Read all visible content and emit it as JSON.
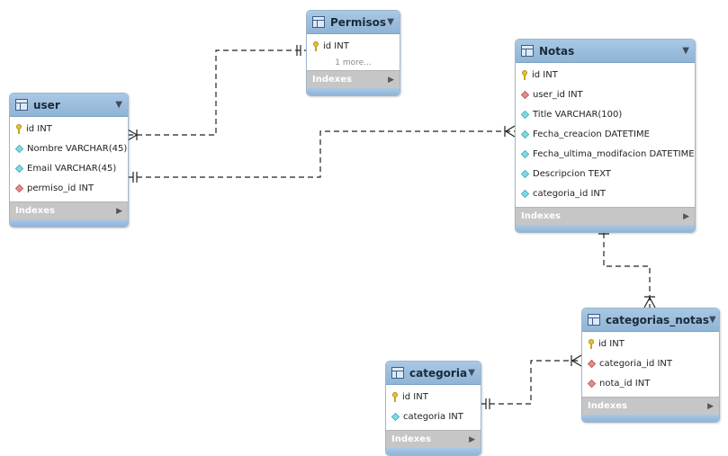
{
  "tables": {
    "user": {
      "name": "user",
      "columns": [
        {
          "label": "id INT",
          "icon": "primary-key-icon"
        },
        {
          "label": "Nombre VARCHAR(45)",
          "icon": "column-diamond-icon"
        },
        {
          "label": "Email VARCHAR(45)",
          "icon": "column-diamond-icon"
        },
        {
          "label": "permiso_id INT",
          "icon": "foreign-key-diamond-icon"
        }
      ],
      "indexes_label": "Indexes"
    },
    "permisos": {
      "name": "Permisos",
      "columns": [
        {
          "label": "id INT",
          "icon": "primary-key-icon"
        }
      ],
      "more": "1 more...",
      "indexes_label": "Indexes"
    },
    "notas": {
      "name": "Notas",
      "columns": [
        {
          "label": "id INT",
          "icon": "primary-key-icon"
        },
        {
          "label": "user_id INT",
          "icon": "foreign-key-diamond-icon"
        },
        {
          "label": "Title VARCHAR(100)",
          "icon": "column-diamond-icon"
        },
        {
          "label": "Fecha_creacion DATETIME",
          "icon": "column-diamond-icon"
        },
        {
          "label": "Fecha_ultima_modifacion DATETIME",
          "icon": "column-diamond-icon"
        },
        {
          "label": "Descripcion TEXT",
          "icon": "column-diamond-icon"
        },
        {
          "label": "categoria_id INT",
          "icon": "column-diamond-icon"
        }
      ],
      "indexes_label": "Indexes"
    },
    "categorias_notas": {
      "name": "categorias_notas",
      "columns": [
        {
          "label": "id INT",
          "icon": "primary-key-icon"
        },
        {
          "label": "categoria_id INT",
          "icon": "foreign-key-diamond-icon"
        },
        {
          "label": "nota_id INT",
          "icon": "foreign-key-diamond-icon"
        }
      ],
      "indexes_label": "Indexes"
    },
    "categoria": {
      "name": "categoria",
      "columns": [
        {
          "label": "id INT",
          "icon": "primary-key-icon"
        },
        {
          "label": "categoria INT",
          "icon": "column-diamond-icon"
        }
      ],
      "indexes_label": "Indexes"
    }
  },
  "relationships": [
    {
      "from": "user",
      "to": "Permisos",
      "type": "many-to-one"
    },
    {
      "from": "user",
      "to": "Notas",
      "type": "one-to-many"
    },
    {
      "from": "Notas",
      "to": "categorias_notas",
      "type": "one-to-many"
    },
    {
      "from": "categoria",
      "to": "categorias_notas",
      "type": "one-to-many"
    }
  ],
  "colors": {
    "header": "#9dbfdf",
    "indexes_bar": "#c6c6c6",
    "line": "#222222",
    "key": "#e8c233",
    "column_diamond": "#7fd9e4",
    "fk_diamond": "#e48a8a"
  }
}
